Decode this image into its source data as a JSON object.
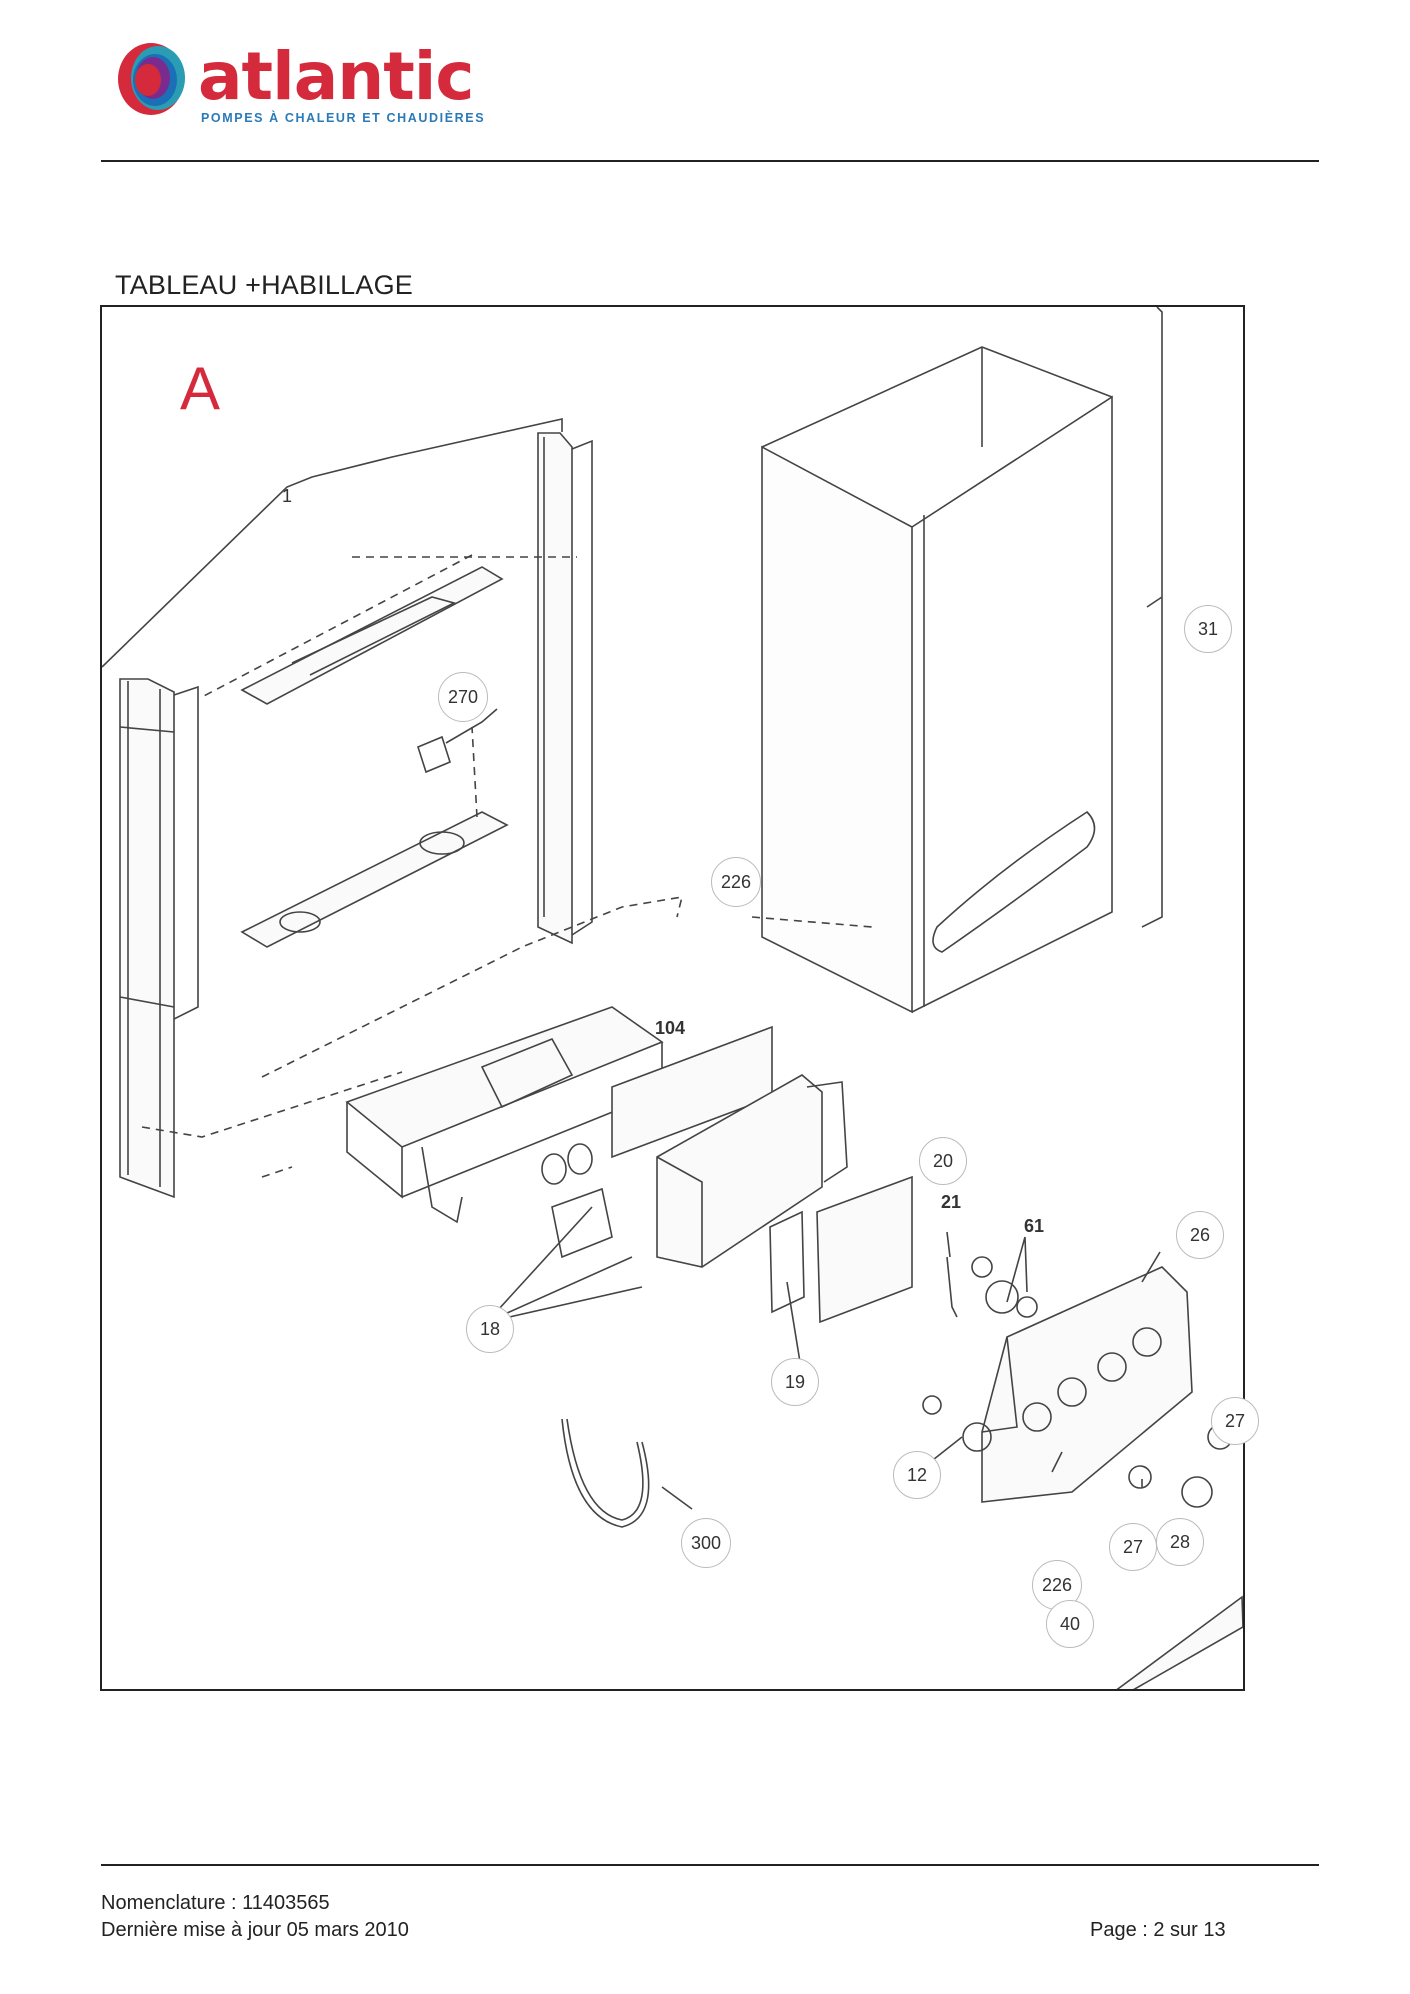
{
  "brand": {
    "name": "atlantic",
    "tagline": "POMPES À CHALEUR ET CHAUDIÈRES",
    "colors": {
      "red": "#d42a3c",
      "purple": "#7b2b8e",
      "blue": "#1a6fb7",
      "teal": "#2a9db5",
      "tagline": "#2a7ab8"
    }
  },
  "section": {
    "title": "TABLEAU +HABILLAGE"
  },
  "diagram": {
    "view_letter": "A",
    "view_letter_color": "#d42a3c",
    "callouts": [
      "1",
      "270",
      "31",
      "226",
      "104",
      "20",
      "21",
      "61",
      "26",
      "18",
      "19",
      "27",
      "12",
      "300",
      "27",
      "28",
      "226",
      "40"
    ],
    "icon": "exploded-parts-diagram"
  },
  "footer": {
    "nomenclature": "Nomenclature : 11403565",
    "updated": "Dernière mise à jour 05 mars 2010",
    "page": "Page : 2 sur 13"
  }
}
